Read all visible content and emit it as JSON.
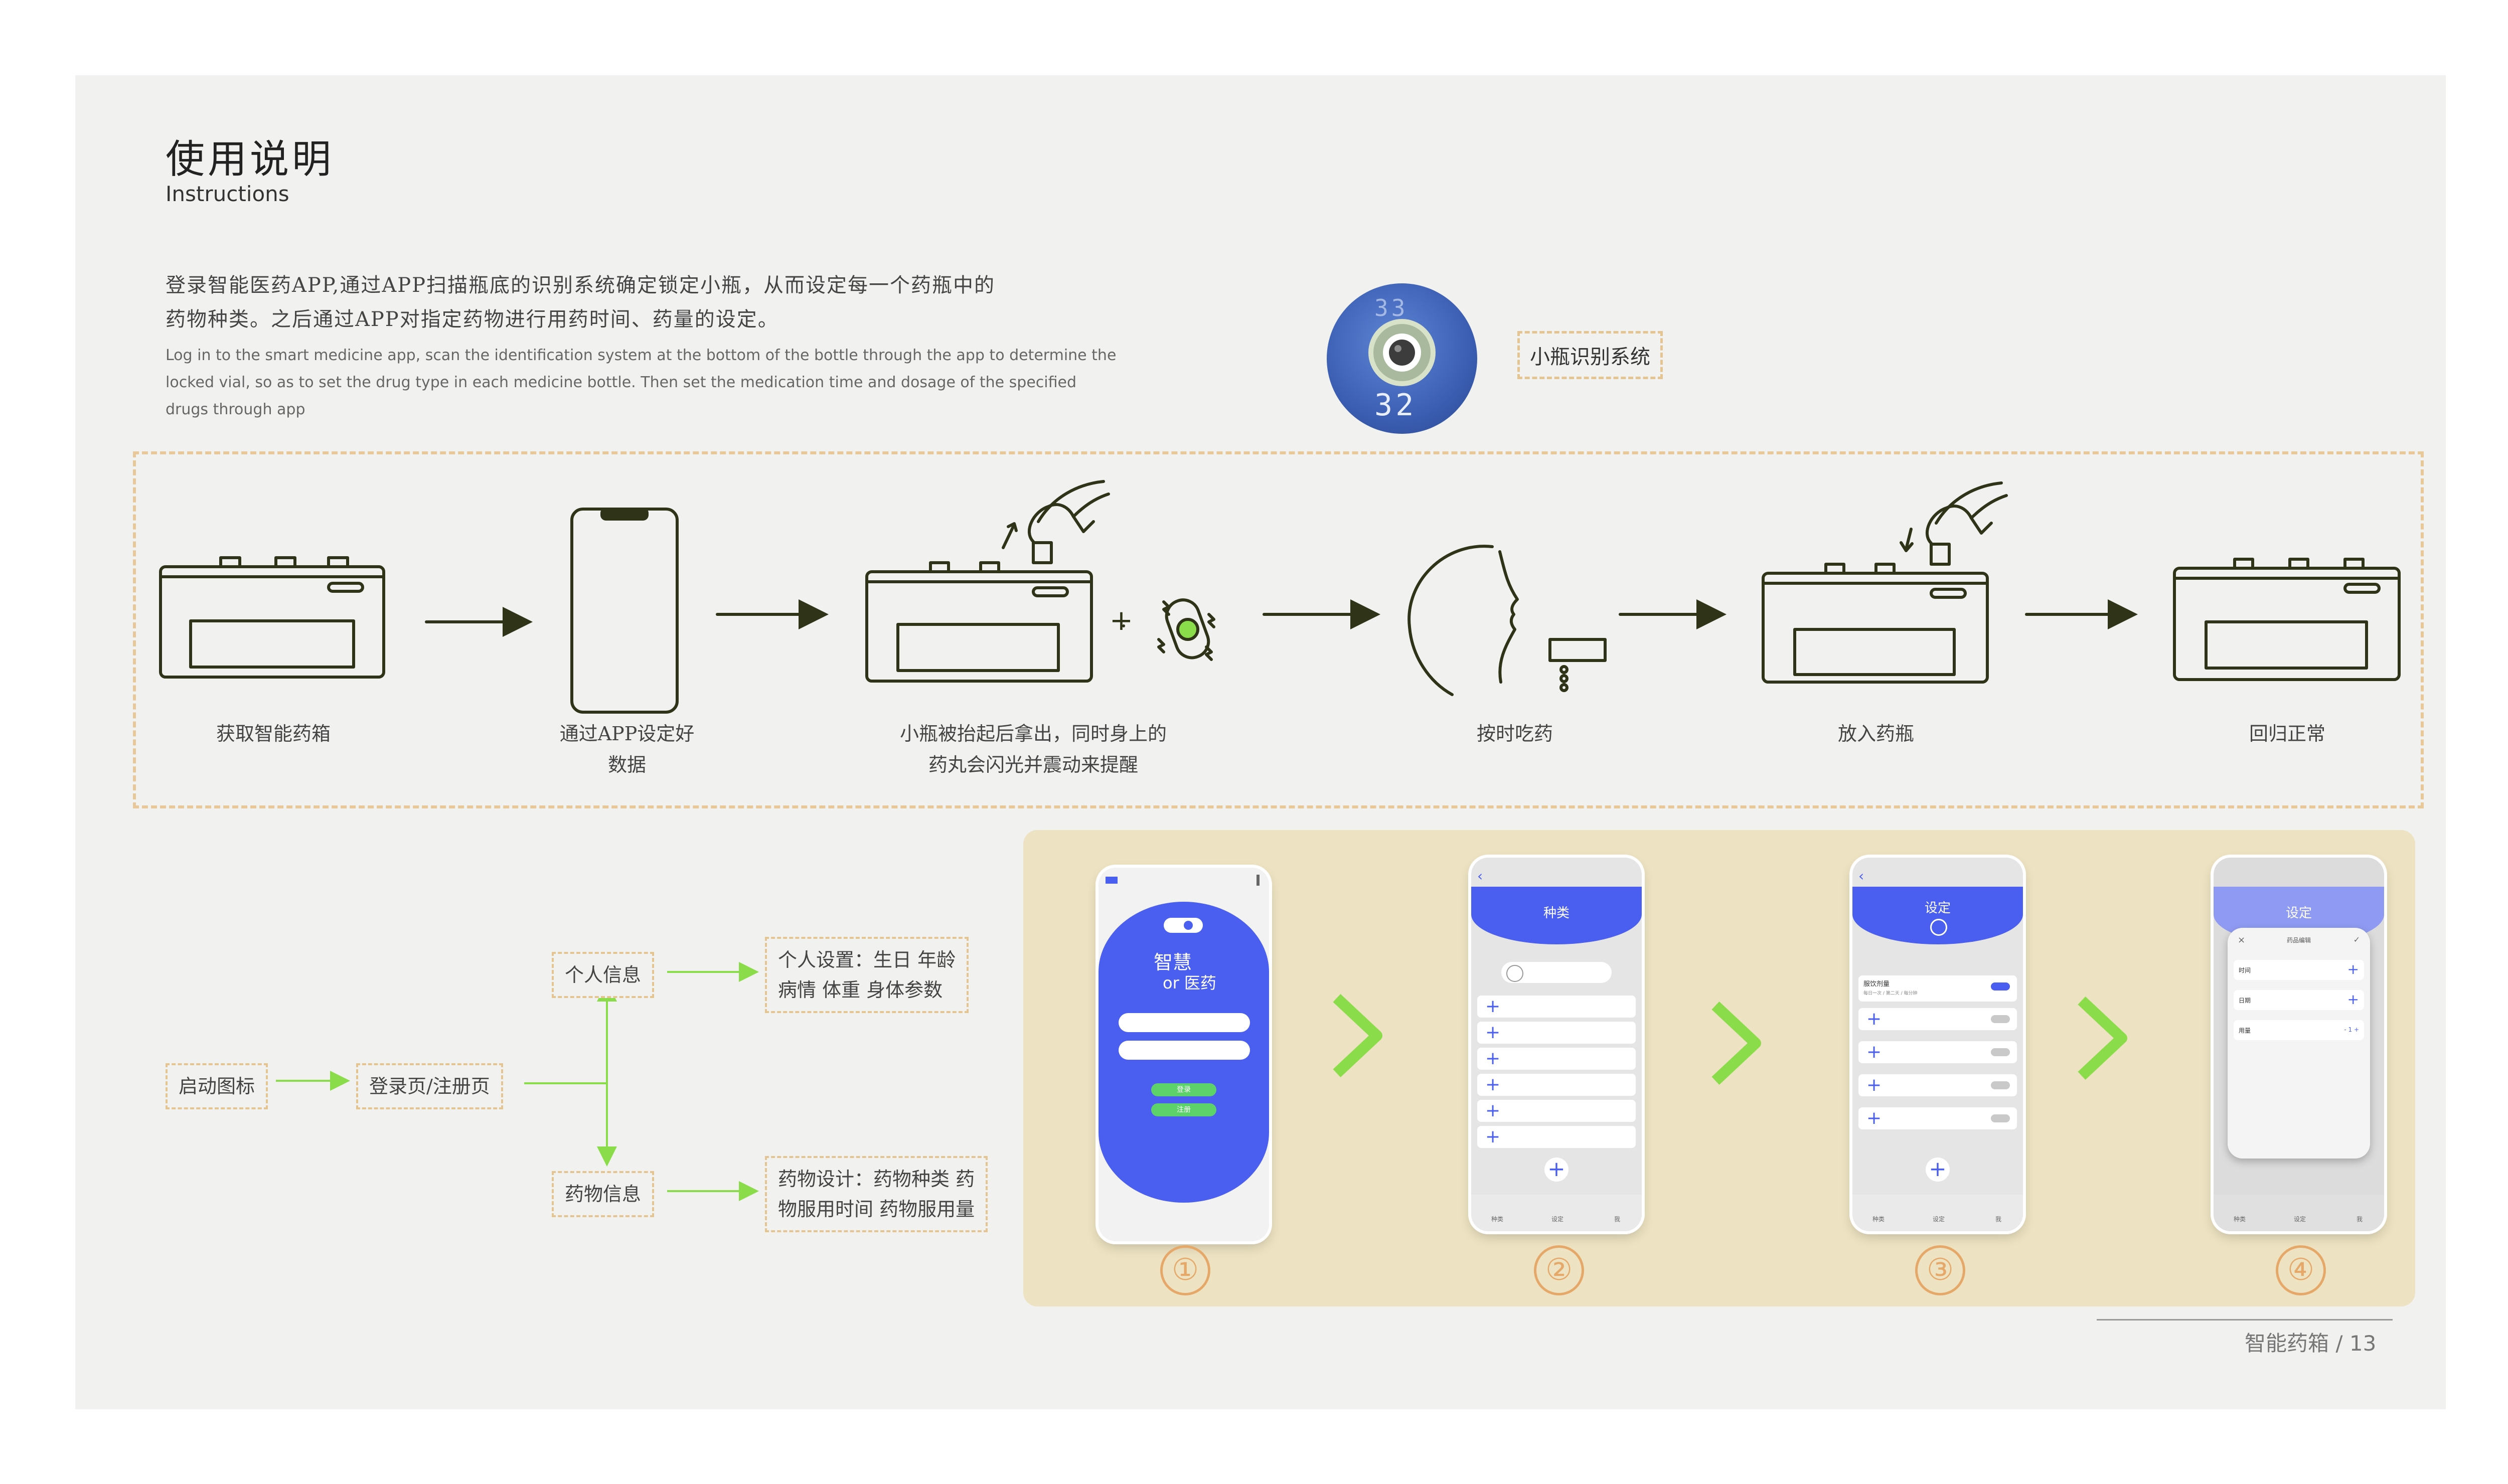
{
  "header": {
    "title_cn": "使用说明",
    "title_en": "Instructions"
  },
  "description": {
    "cn_line1": "登录智能医药APP,通过APP扫描瓶底的识别系统确定锁定小瓶，从而设定每一个药瓶中的",
    "cn_line2": "药物种类。之后通过APP对指定药物进行用药时间、药量的设定。",
    "en": "Log in to the smart medicine app, scan the identification system at the bottom of the bottle through the app to determine the locked vial, so as to set the drug type in each medicine bottle. Then set the medication time and dosage of the specified drugs through app"
  },
  "vial_system": {
    "label": "小瓶识别系统",
    "display_top": "33",
    "display_bottom": "32"
  },
  "flow": {
    "steps": [
      {
        "label_line1": "获取智能药箱",
        "label_line2": ""
      },
      {
        "label_line1": "通过APP设定好",
        "label_line2": "数据"
      },
      {
        "label_line1": "小瓶被抬起后拿出，同时身上的",
        "label_line2": "药丸会闪光并震动来提醒"
      },
      {
        "label_line1": "按时吃药",
        "label_line2": ""
      },
      {
        "label_line1": "放入药瓶",
        "label_line2": ""
      },
      {
        "label_line1": "回归正常",
        "label_line2": ""
      }
    ],
    "plus": "+"
  },
  "tree": {
    "start": "启动图标",
    "login": "登录页/注册页",
    "personal": "个人信息",
    "personal_detail_line1": "个人设置：生日 年龄",
    "personal_detail_line2": "病情 体重 身体参数",
    "drug": "药物信息",
    "drug_detail_line1": "药物设计：药物种类 药",
    "drug_detail_line2": "物服用时间 药物服用量"
  },
  "phones": {
    "p1": {
      "title1": "智慧",
      "title2": "or 医药",
      "btn1": "登录",
      "btn2": "注册"
    },
    "p2": {
      "header": "种类",
      "nav": [
        "种类",
        "设定",
        "我"
      ]
    },
    "p3": {
      "header": "设定",
      "first_row": "服饮剂量",
      "first_row_sub": "每日一次 / 第二天 / 每分钟",
      "nav": [
        "种类",
        "设定",
        "我"
      ]
    },
    "p4": {
      "header": "设定",
      "dialog_title": "药品编辑",
      "rows": [
        "时间",
        "日期",
        "用量"
      ],
      "stepper": "- 1 +",
      "nav": [
        "种类",
        "设定",
        "我"
      ]
    }
  },
  "step_numbers": [
    "①",
    "②",
    "③",
    "④"
  ],
  "footer": {
    "text": "智能药箱 / 13"
  },
  "colors": {
    "accent": "#4a5ef0",
    "arrow_green": "#8bdc4a",
    "dash": "#e4c592",
    "line": "#2f3318"
  }
}
